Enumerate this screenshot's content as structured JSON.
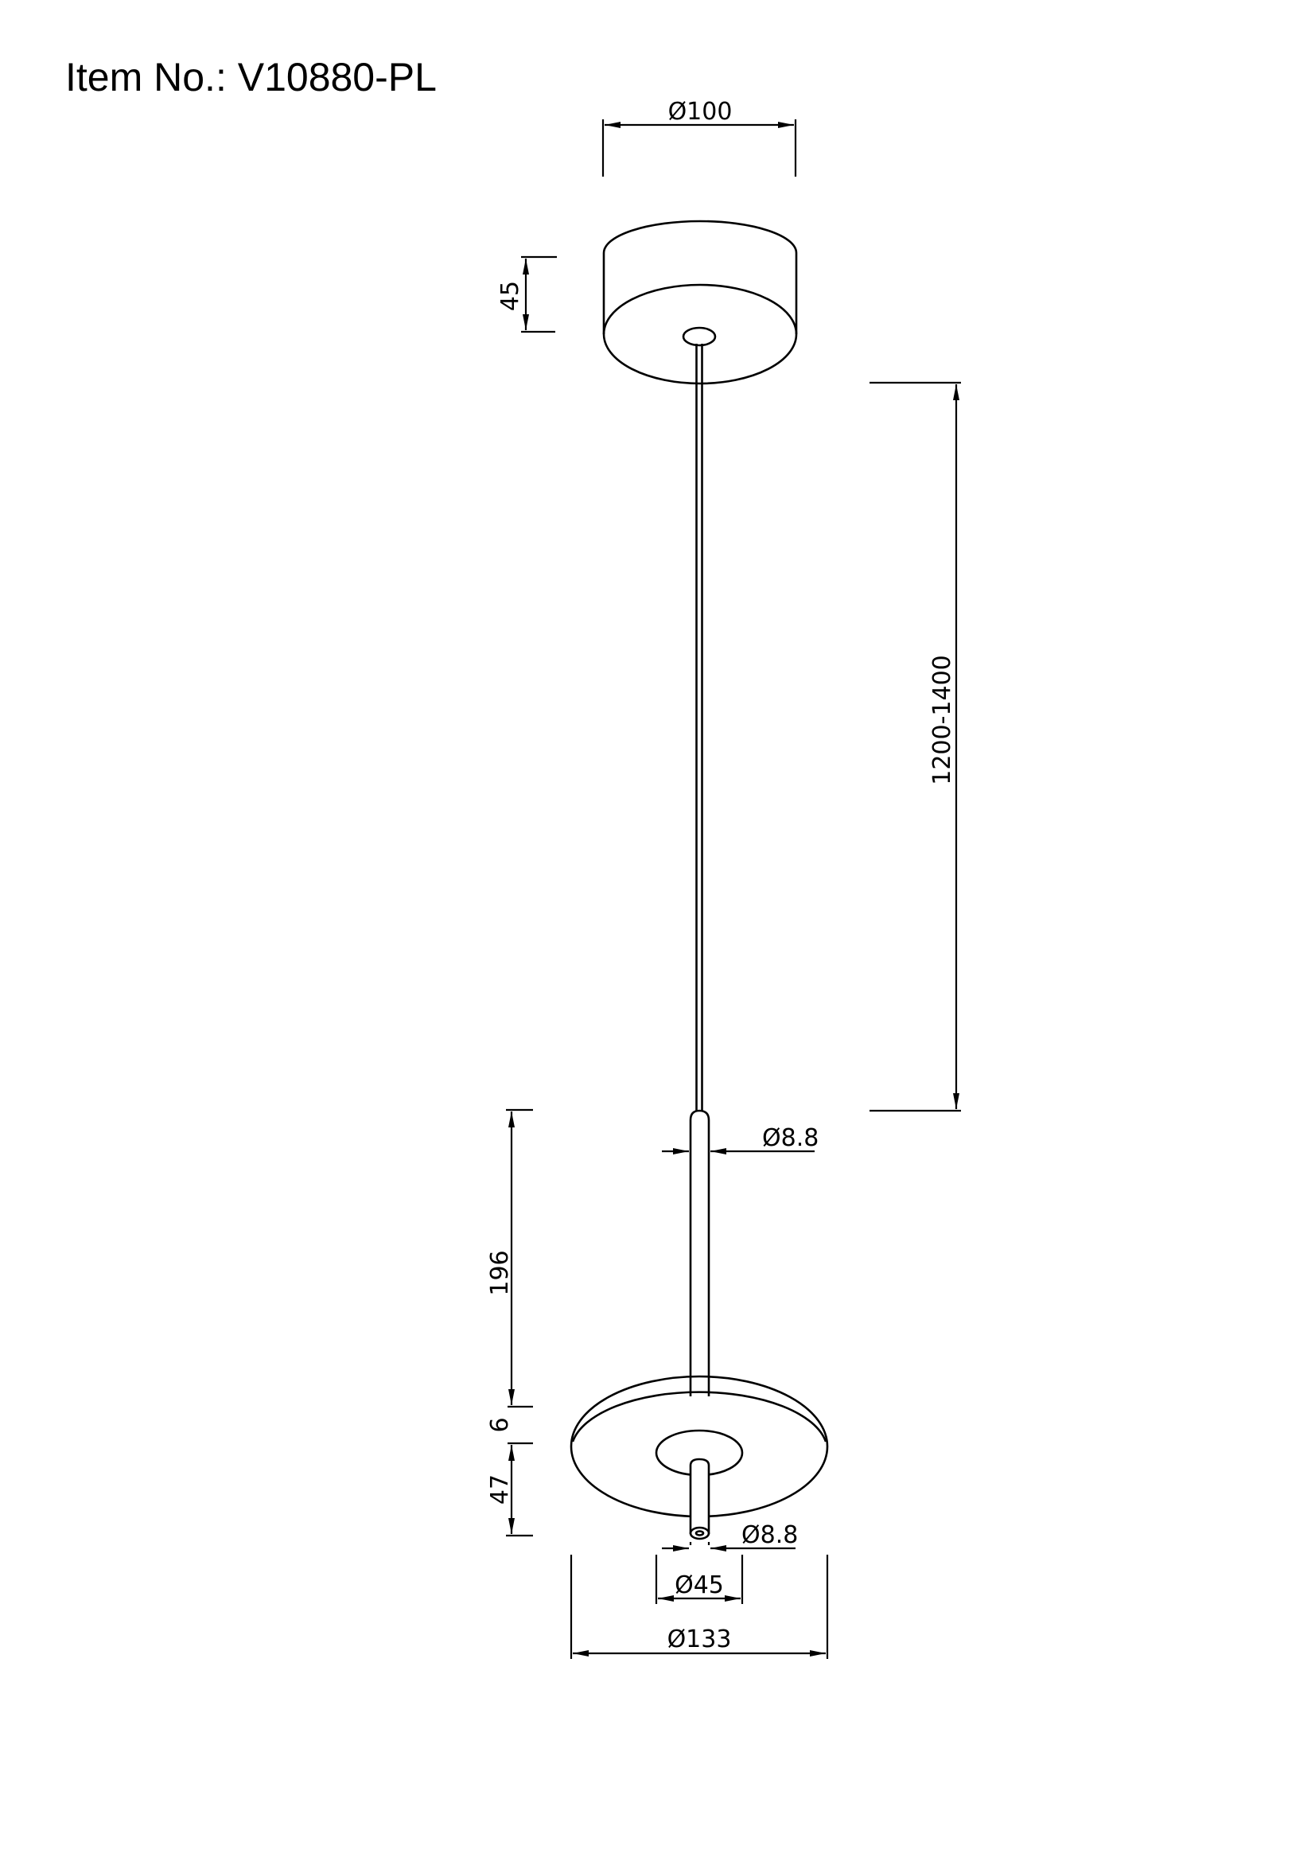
{
  "header": {
    "title": "Item No.: V10880-PL"
  },
  "drawing": {
    "type": "pendant-lamp-dimension-drawing",
    "units": "mm",
    "line_color": "#000000",
    "background": "#ffffff",
    "dimensions": {
      "canopy_diameter": "Ø100",
      "canopy_height": "45",
      "cable_length": "1200-1400",
      "stem_diameter": "Ø8.8",
      "stem_length": "196",
      "disc_thickness": "6",
      "lower_rod_length": "47",
      "lower_rod_diameter": "Ø8.8",
      "inner_diameter": "Ø45",
      "disc_diameter": "Ø133"
    }
  }
}
